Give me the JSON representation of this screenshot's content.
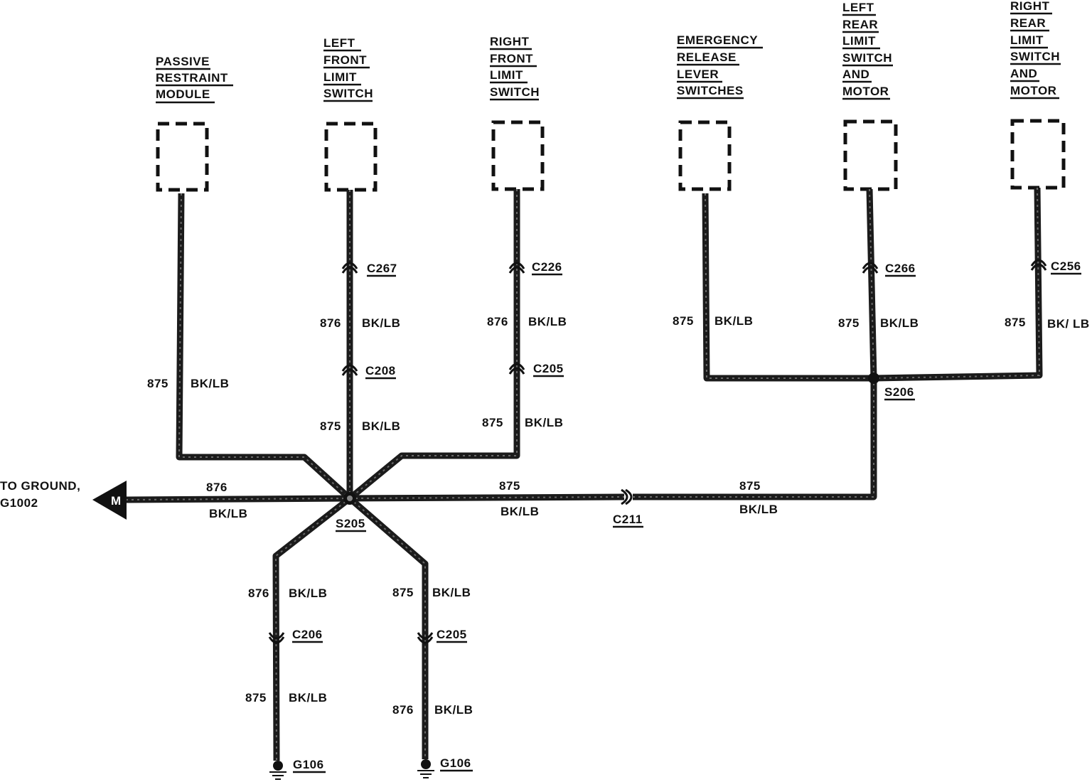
{
  "components": [
    {
      "id": "prm",
      "lines": [
        "PASSIVE",
        "RESTRAINT",
        "MODULE"
      ]
    },
    {
      "id": "lfls",
      "lines": [
        "LEFT",
        "FRONT",
        "LIMIT",
        "SWITCH"
      ]
    },
    {
      "id": "rfls",
      "lines": [
        "RIGHT",
        "FRONT",
        "LIMIT",
        "SWITCH"
      ]
    },
    {
      "id": "erls",
      "lines": [
        "EMERGENCY",
        "RELEASE",
        "LEVER",
        "SWITCHES"
      ]
    },
    {
      "id": "lrls",
      "lines": [
        "LEFT",
        "REAR",
        "LIMIT",
        "SWITCH",
        "AND",
        "MOTOR"
      ]
    },
    {
      "id": "rrls",
      "lines": [
        "RIGHT",
        "REAR",
        "LIMIT",
        "SWITCH",
        "AND",
        "MOTOR"
      ]
    }
  ],
  "connectors": {
    "c267": "C267",
    "c208": "C208",
    "c226": "C226",
    "c205_rf": "C205",
    "c266": "C266",
    "c256": "C256",
    "c211": "C211",
    "c206": "C206",
    "c205_low": "C205"
  },
  "splices": {
    "s205": "S205",
    "s206": "S206"
  },
  "grounds": {
    "g106_a": "G106",
    "g106_b": "G106"
  },
  "ground_ref": {
    "line1": "TO GROUND,",
    "line2": "G1002",
    "marker": "M"
  },
  "circuit_labels": {
    "prm": {
      "num": "875",
      "color": "BK/LB"
    },
    "lf_upper": {
      "num": "876",
      "color": "BK/LB"
    },
    "lf_lower": {
      "num": "875",
      "color": "BK/LB"
    },
    "rf_upper": {
      "num": "876",
      "color": "BK/LB"
    },
    "rf_lower": {
      "num": "875",
      "color": "BK/LB"
    },
    "erls": {
      "num": "875",
      "color": "BK/LB"
    },
    "lrls": {
      "num": "875",
      "color": "BK/LB"
    },
    "rrls": {
      "num": "875",
      "color": "BK/ LB"
    },
    "ground_run": {
      "num": "876",
      "color": "BK/LB"
    },
    "mid_run": {
      "num": "875",
      "color": "BK/LB"
    },
    "right_run": {
      "num": "875",
      "color": "BK/LB"
    },
    "ll_upper": {
      "num": "876",
      "color": "BK/LB"
    },
    "ll_lower": {
      "num": "875",
      "color": "BK/LB"
    },
    "lr_upper": {
      "num": "875",
      "color": "BK/LB"
    },
    "lr_lower": {
      "num": "876",
      "color": "BK/LB"
    }
  }
}
